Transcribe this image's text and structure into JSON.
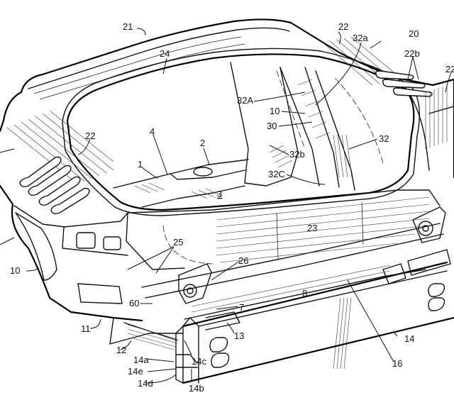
{
  "figure": {
    "type": "patent-drawing",
    "subject": "vehicle rear body structure with bumper beam (perspective view)",
    "labels": [
      {
        "id": "l21",
        "text": "21"
      },
      {
        "id": "l22a",
        "text": "22"
      },
      {
        "id": "l32a",
        "text": "32a"
      },
      {
        "id": "l20",
        "text": "20"
      },
      {
        "id": "l22b",
        "text": "22b"
      },
      {
        "id": "l22c",
        "text": "22"
      },
      {
        "id": "l24",
        "text": "24"
      },
      {
        "id": "l32A",
        "text": "32A"
      },
      {
        "id": "l10a",
        "text": "10"
      },
      {
        "id": "l30",
        "text": "30"
      },
      {
        "id": "l32",
        "text": "32"
      },
      {
        "id": "l32b",
        "text": "32b"
      },
      {
        "id": "l32C",
        "text": "32C"
      },
      {
        "id": "l4",
        "text": "4"
      },
      {
        "id": "l2",
        "text": "2"
      },
      {
        "id": "l1",
        "text": "1"
      },
      {
        "id": "l22d",
        "text": "22"
      },
      {
        "id": "l3",
        "text": "3"
      },
      {
        "id": "l23",
        "text": "23"
      },
      {
        "id": "l25",
        "text": "25"
      },
      {
        "id": "l26",
        "text": "26"
      },
      {
        "id": "l10b",
        "text": "10"
      },
      {
        "id": "l60",
        "text": "60"
      },
      {
        "id": "l8",
        "text": "8"
      },
      {
        "id": "l7",
        "text": "7"
      },
      {
        "id": "l13",
        "text": "13"
      },
      {
        "id": "l11",
        "text": "11"
      },
      {
        "id": "l12",
        "text": "12"
      },
      {
        "id": "l14a",
        "text": "14a"
      },
      {
        "id": "l14e",
        "text": "14e"
      },
      {
        "id": "l14d",
        "text": "14d"
      },
      {
        "id": "l14b",
        "text": "14b"
      },
      {
        "id": "l14c",
        "text": "14c"
      },
      {
        "id": "l14",
        "text": "14"
      },
      {
        "id": "l16",
        "text": "16"
      }
    ]
  }
}
